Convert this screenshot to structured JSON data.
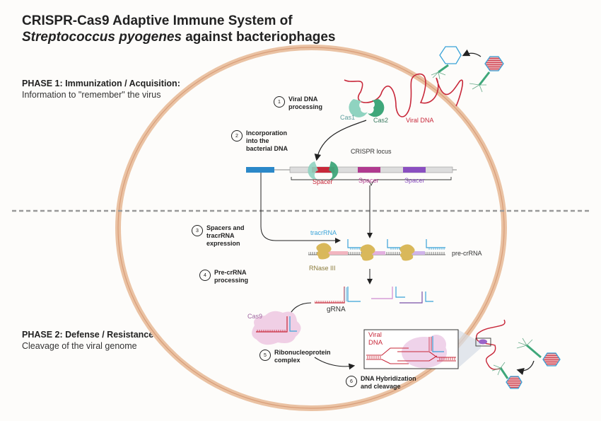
{
  "title": {
    "line1": "CRISPR-Cas9 Adaptive Immune System of",
    "line2_italic": "Streptococcus pyogenes",
    "line2_rest": " against bacteriophages"
  },
  "phases": [
    {
      "heading": "PHASE 1: Immunization / Acquisition:",
      "subtitle": "Information to \"remember\" the virus"
    },
    {
      "heading": "PHASE 2: Defense / Resistance:",
      "subtitle": "Cleavage of the viral genome"
    }
  ],
  "steps": [
    {
      "number": "1",
      "label_lines": [
        "Viral DNA",
        "processing"
      ]
    },
    {
      "number": "2",
      "label_lines": [
        "Incorporation",
        "into the",
        "bacterial DNA"
      ]
    },
    {
      "number": "3",
      "label_lines": [
        "Spacers and",
        "tracrRNA",
        "expression"
      ]
    },
    {
      "number": "4",
      "label_lines": [
        "Pre-crRNA",
        "processing"
      ]
    },
    {
      "number": "5",
      "label_lines": [
        "Ribonucleoprotein",
        "complex"
      ]
    },
    {
      "number": "6",
      "label_lines": [
        "DNA Hybridization",
        "and cleavage"
      ]
    }
  ],
  "labels": {
    "cas1": "Cas1",
    "cas2": "Cas2",
    "viral_dna": "Viral DNA",
    "crispr_locus": "CRISPR locus",
    "spacer": "Spacer",
    "tracrrna": "tracrRNA",
    "pre_crrna": "pre-crRNA",
    "rnase_iii": "RNase III",
    "grna": "gRNA",
    "cas9": "Cas9",
    "inset_viral_dna_1": "Viral",
    "inset_viral_dna_2": "DNA"
  },
  "colors": {
    "cell_membrane": "#e8b48f",
    "viral_dna": "#c8283a",
    "cas1": "#8fd3c0",
    "cas2": "#3fa77a",
    "tracr_blue": "#3aa3d8",
    "spacer_red": "#c8283a",
    "spacer_magenta": "#b03a8f",
    "spacer_purple": "#8a4fc0",
    "rnase": "#d9b85a",
    "cas9": "#e8c6e0",
    "gene_blue": "#2b88c8"
  }
}
